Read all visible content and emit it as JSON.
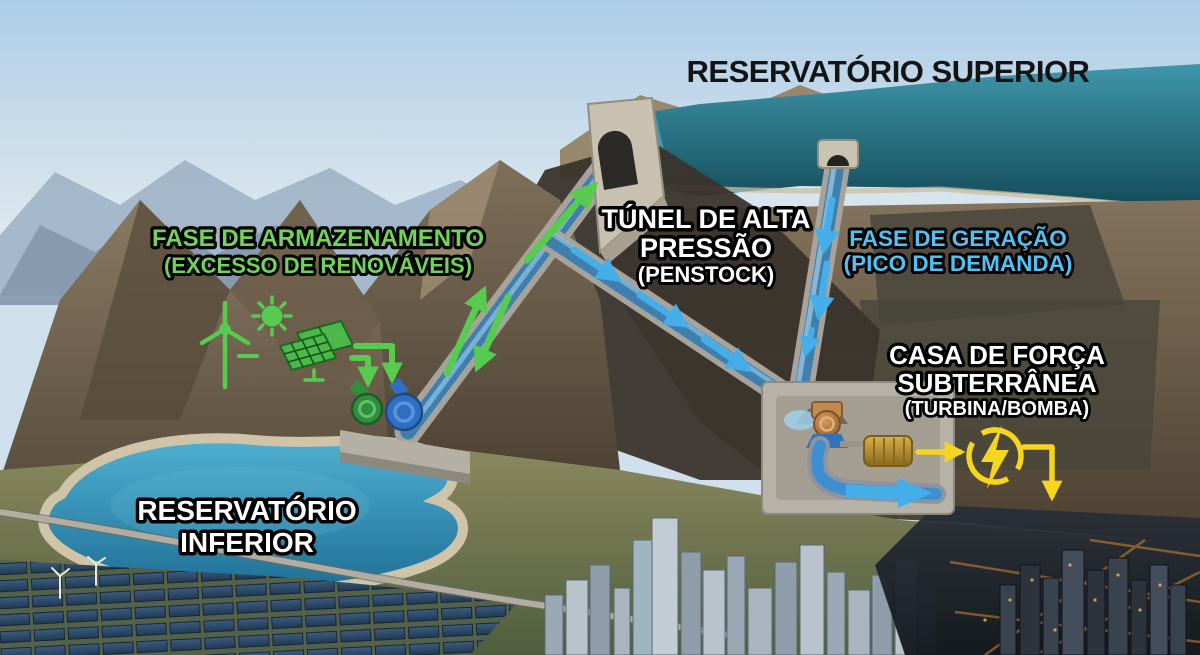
{
  "title": "RESERVATÓRIO SUPERIOR",
  "labels": {
    "storage_phase": {
      "line1": "FASE DE ARMAZENAMENTO",
      "line2": "(EXCESSO DE RENOVÁVEIS)",
      "text_color": "#6fd457"
    },
    "penstock": {
      "line1": "TÚNEL DE ALTA",
      "line2": "PRESSÃO",
      "line3": "(PENSTOCK)",
      "text_color": "#ffffff"
    },
    "generation_phase": {
      "line1": "FASE DE GERAÇÃO",
      "line2": "(PICO DE DEMANDA)",
      "text_color": "#4fc2f4"
    },
    "powerhouse": {
      "line1": "CASA DE FORÇA",
      "line2": "SUBTERRÂNEA",
      "line3": "(TURBINA/BOMBA)",
      "text_color": "#ffffff"
    },
    "lower_reservoir": {
      "line1": "RESERVATÓRIO",
      "line2": "INFERIOR",
      "text_color": "#ffffff"
    }
  },
  "colors": {
    "storage_arrows": "#56cb4e",
    "generation_arrows": "#45aee8",
    "electricity": "#f6d51f",
    "upper_water": "#2e7f93",
    "lower_water": "#2f86ad",
    "title_text": "#141414"
  },
  "icons": [
    "wind-turbine-icon",
    "sun-icon",
    "solar-panel-icon",
    "green-pump-icon",
    "blue-pump-icon",
    "turbine-icon",
    "generator-icon",
    "lightning-bolt-icon",
    "storage-arrow-icon",
    "generation-arrow-icon",
    "electricity-arrow-icon"
  ],
  "scene_elements": [
    "upper reservoir with dam",
    "high pressure penstock tunnel",
    "vertical generation shaft",
    "underground powerhouse with turbine and generator",
    "lower reservoir",
    "renewable sources (wind, sun, solar panels)",
    "pumping station",
    "solar farm",
    "daytime city",
    "night city with lights"
  ]
}
